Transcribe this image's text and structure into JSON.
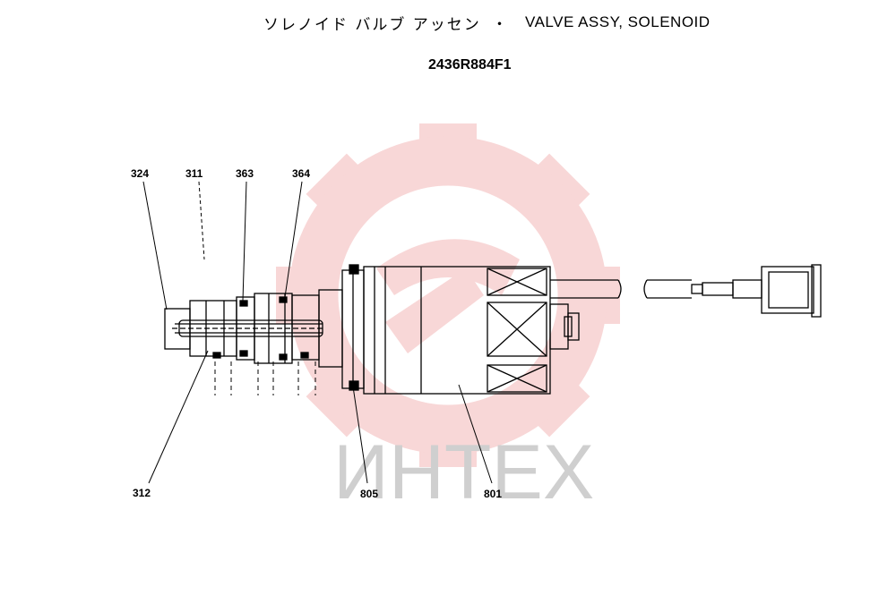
{
  "title": {
    "japanese": "ソレノイド バルブ アッセン",
    "separator": "・",
    "english": "VALVE ASSY, SOLENOID"
  },
  "part_number": "2436R884F1",
  "callouts": [
    "324",
    "311",
    "363",
    "364",
    "312",
    "805",
    "801"
  ],
  "watermark": {
    "text": "ИНТЕХ",
    "gear_color": "#f3b6b6",
    "text_color": "#cfcfcf"
  }
}
